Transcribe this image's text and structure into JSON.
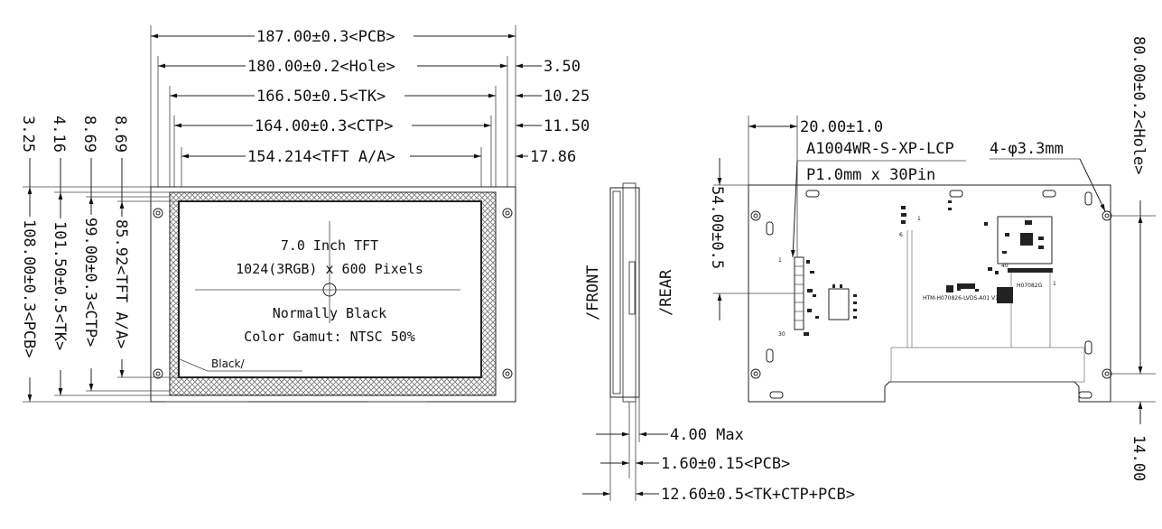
{
  "front": {
    "dims_h": [
      "187.00±0.3<PCB>",
      "180.00±0.2<Hole>",
      "166.50±0.5<TK>",
      "164.00±0.3<CTP>",
      "154.214<TFT A/A>"
    ],
    "dims_h_right": [
      "3.50",
      "10.25",
      "11.50",
      "17.86"
    ],
    "dims_v_offsets": [
      "3.25",
      "4.16",
      "8.69",
      "8.69"
    ],
    "dims_v": [
      "108.00±0.3<PCB>",
      "101.50±0.5<TK>",
      "99.00±0.3<CTP>",
      "85.92<TFT A/A>"
    ],
    "screen_lines": [
      "7.0 Inch TFT",
      "1024(3RGB) x 600 Pixels",
      "Normally Black",
      "Color Gamut: NTSC 50%"
    ],
    "black_label": "Black/"
  },
  "side": {
    "front_label": "/FRONT",
    "rear_label": "/REAR",
    "dims": [
      "4.00 Max",
      "1.60±0.15<PCB>",
      "12.60±0.5<TK+CTP+PCB>"
    ]
  },
  "rear": {
    "dim_top": "20.00±1.0",
    "connector": "A1004WR-S-XP-LCP",
    "pins": "P1.0mm x 30Pin",
    "holes": "4-φ3.3mm",
    "dim_left": "54.00±0.5",
    "dim_right": "80.00±0.2<Hole>",
    "dim_bottom_right": "14.00",
    "pin_labels": [
      "1",
      "30",
      "1",
      "6",
      "40",
      "1"
    ],
    "silk": [
      "H07082G",
      "HTM-H070826-LVDS-A01 V1"
    ]
  }
}
